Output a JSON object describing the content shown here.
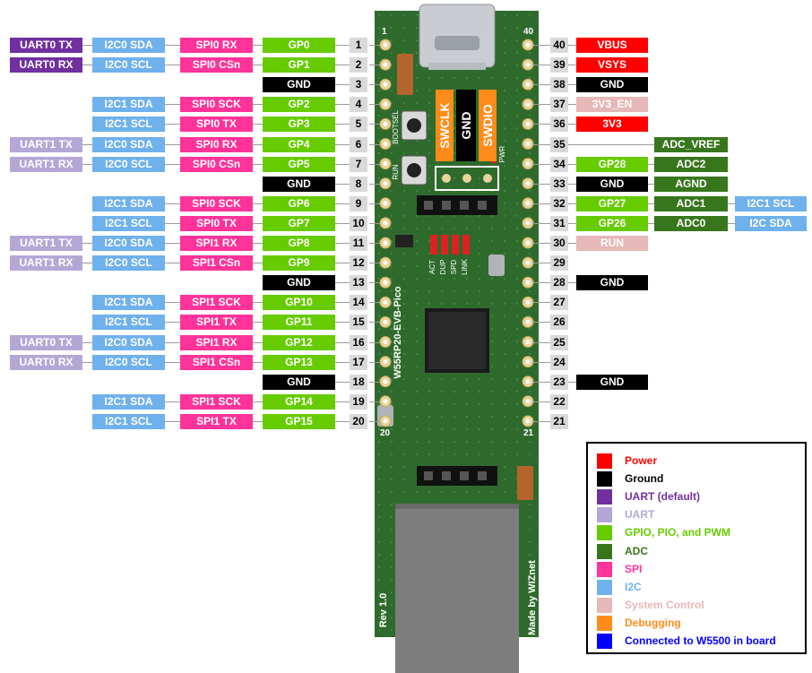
{
  "colors": {
    "Power": "#ff0000",
    "Ground": "#000000",
    "UART": "#7030a0",
    "UART_ALT": "#b4a7d6",
    "GPIO": "#66cc00",
    "ADC": "#38761d",
    "SPI": "#ff3399",
    "I2C": "#6fb1ec",
    "SystemControl": "#e6b8b8",
    "Debugging": "#ff8c1a",
    "W5500": "#0000ff"
  },
  "left_pins": [
    {
      "num": "1",
      "gp": "GP0",
      "spi": "SPI0 RX",
      "i2c": "I2C0 SDA",
      "uart": "UART0 TX",
      "uart_type": "UART"
    },
    {
      "num": "2",
      "gp": "GP1",
      "spi": "SPI0 CSn",
      "i2c": "I2C0 SCL",
      "uart": "UART0 RX",
      "uart_type": "UART"
    },
    {
      "num": "3",
      "gnd": "GND"
    },
    {
      "num": "4",
      "gp": "GP2",
      "spi": "SPI0 SCK",
      "i2c": "I2C1 SDA"
    },
    {
      "num": "5",
      "gp": "GP3",
      "spi": "SPI0 TX",
      "i2c": "I2C1 SCL"
    },
    {
      "num": "6",
      "gp": "GP4",
      "spi": "SPI0 RX",
      "i2c": "I2C0 SDA",
      "uart": "UART1 TX",
      "uart_type": "UART_ALT"
    },
    {
      "num": "7",
      "gp": "GP5",
      "spi": "SPI0 CSn",
      "i2c": "I2C0 SCL",
      "uart": "UART1 RX",
      "uart_type": "UART_ALT"
    },
    {
      "num": "8",
      "gnd": "GND"
    },
    {
      "num": "9",
      "gp": "GP6",
      "spi": "SPI0 SCK",
      "i2c": "I2C1 SDA"
    },
    {
      "num": "10",
      "gp": "GP7",
      "spi": "SPI0 TX",
      "i2c": "I2C1 SCL"
    },
    {
      "num": "11",
      "gp": "GP8",
      "spi": "SPI1 RX",
      "i2c": "I2C0 SDA",
      "uart": "UART1 TX",
      "uart_type": "UART_ALT"
    },
    {
      "num": "12",
      "gp": "GP9",
      "spi": "SPI1 CSn",
      "i2c": "I2C0 SCL",
      "uart": "UART1 RX",
      "uart_type": "UART_ALT"
    },
    {
      "num": "13",
      "gnd": "GND"
    },
    {
      "num": "14",
      "gp": "GP10",
      "spi": "SPI1 SCK",
      "i2c": "I2C1 SDA"
    },
    {
      "num": "15",
      "gp": "GP11",
      "spi": "SPI1 TX",
      "i2c": "I2C1 SCL"
    },
    {
      "num": "16",
      "gp": "GP12",
      "spi": "SPI1 RX",
      "i2c": "I2C0 SDA",
      "uart": "UART0 TX",
      "uart_type": "UART_ALT"
    },
    {
      "num": "17",
      "gp": "GP13",
      "spi": "SPI1 CSn",
      "i2c": "I2C0 SCL",
      "uart": "UART0 RX",
      "uart_type": "UART_ALT"
    },
    {
      "num": "18",
      "gnd": "GND"
    },
    {
      "num": "19",
      "gp": "GP14",
      "spi": "SPI1 SCK",
      "i2c": "I2C1 SDA"
    },
    {
      "num": "20",
      "gp": "GP15",
      "spi": "SPI1 TX",
      "i2c": "I2C1 SCL"
    }
  ],
  "right_pins": [
    {
      "num": "40",
      "main": "VBUS",
      "main_type": "Power"
    },
    {
      "num": "39",
      "main": "VSYS",
      "main_type": "Power"
    },
    {
      "num": "38",
      "main": "GND",
      "main_type": "Ground"
    },
    {
      "num": "37",
      "main": "3V3_EN",
      "main_type": "SystemControl"
    },
    {
      "num": "36",
      "main": "3V3",
      "main_type": "Power"
    },
    {
      "num": "35",
      "adc_only": "ADC_VREF"
    },
    {
      "num": "34",
      "main": "GP28",
      "main_type": "GPIO",
      "adc": "ADC2"
    },
    {
      "num": "33",
      "main": "GND",
      "main_type": "Ground",
      "adc": "AGND"
    },
    {
      "num": "32",
      "main": "GP27",
      "main_type": "GPIO",
      "adc": "ADC1",
      "i2c": "I2C1 SCL"
    },
    {
      "num": "31",
      "main": "GP26",
      "main_type": "GPIO",
      "adc": "ADC0",
      "i2c": "I2C SDA"
    },
    {
      "num": "30",
      "main": "RUN",
      "main_type": "SystemControl"
    },
    {
      "num": "29"
    },
    {
      "num": "28",
      "main": "GND",
      "main_type": "Ground"
    },
    {
      "num": "27"
    },
    {
      "num": "26"
    },
    {
      "num": "25"
    },
    {
      "num": "24"
    },
    {
      "num": "23",
      "main": "GND",
      "main_type": "Ground"
    },
    {
      "num": "22"
    },
    {
      "num": "21"
    }
  ],
  "board": {
    "debug_labels": [
      "SWCLK",
      "GND",
      "SWDIO"
    ],
    "bootsel": "BOOTSEL",
    "run": "RUN",
    "pwr": "PWR",
    "leds": [
      "ACT",
      "DUP",
      "SPD",
      "LINK"
    ],
    "name": "W55RP20-EVB-Pico",
    "rev": "Rev 1.0",
    "made_by": "Made by WIZnet",
    "corner_1": "1",
    "corner_40": "40",
    "corner_20": "20",
    "corner_21": "21"
  },
  "legend": [
    {
      "label": "Power",
      "color": "#ff0000",
      "text_color": "#ff0000"
    },
    {
      "label": "Ground",
      "color": "#000000",
      "text_color": "#000000"
    },
    {
      "label": "UART  (default)",
      "color": "#7030a0",
      "text_color": "#7030a0"
    },
    {
      "label": "UART",
      "color": "#b4a7d6",
      "text_color": "#b4a7d6"
    },
    {
      "label": "GPIO, PIO, and PWM",
      "color": "#66cc00",
      "text_color": "#66cc00"
    },
    {
      "label": "ADC",
      "color": "#38761d",
      "text_color": "#38761d"
    },
    {
      "label": "SPI",
      "color": "#ff3399",
      "text_color": "#ff3399"
    },
    {
      "label": "I2C",
      "color": "#6fb1ec",
      "text_color": "#6fb1ec"
    },
    {
      "label": "System Control",
      "color": "#e6b8b8",
      "text_color": "#e6b8b8"
    },
    {
      "label": "Debugging",
      "color": "#ff8c1a",
      "text_color": "#ff8c1a"
    },
    {
      "label": "Connected to W5500 in board",
      "color": "#0000ff",
      "text_color": "#0000ff"
    }
  ]
}
